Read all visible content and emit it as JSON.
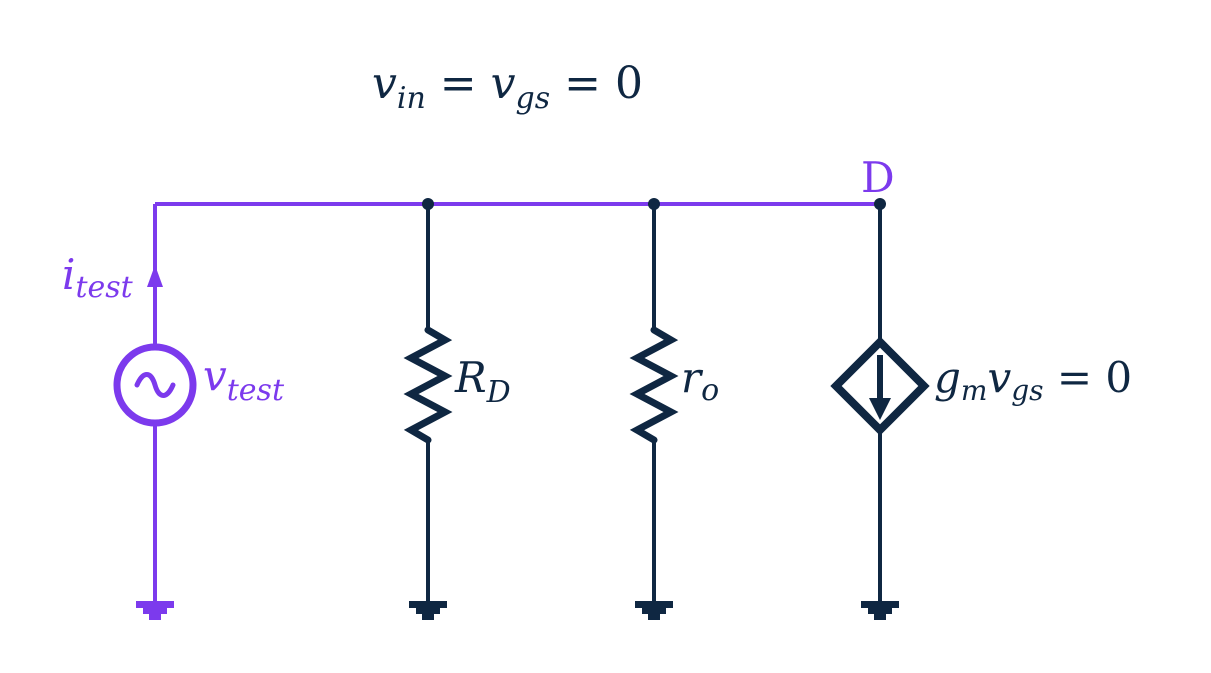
{
  "colors": {
    "highlight": "#7c3aed",
    "wire": "#0f2742",
    "background": "#ffffff"
  },
  "equation": {
    "v": "v",
    "sub_in": "in",
    "eq1": " = ",
    "v2": "v",
    "sub_gs": "gs",
    "eq2": " = ",
    "zero": "0"
  },
  "node_label": "D",
  "source": {
    "current_label": {
      "main": "i",
      "sub": "test"
    },
    "voltage_label": {
      "main": "v",
      "sub": "test"
    },
    "icon": "ac-voltage-source-icon"
  },
  "resistor_rd": {
    "main": "R",
    "sub": "D",
    "icon": "resistor-icon"
  },
  "resistor_ro": {
    "main": "r",
    "sub": "o",
    "icon": "resistor-icon"
  },
  "dependent_source": {
    "g": "g",
    "sub_m": "m",
    "v": "v",
    "sub_gs": "gs",
    "eq": " = ",
    "zero": "0",
    "icon": "dependent-current-source-icon"
  }
}
